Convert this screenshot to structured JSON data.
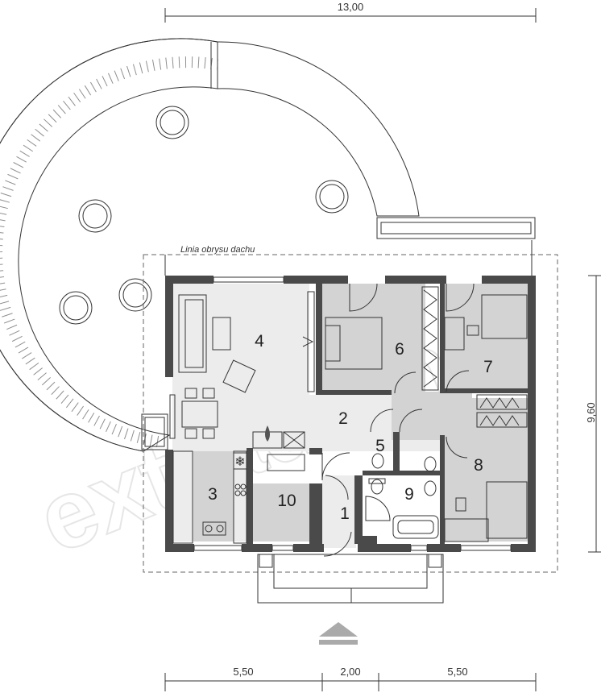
{
  "dimensions": {
    "total_width": "13,00",
    "total_depth": "9,60",
    "bottom_left": "5,50",
    "bottom_middle": "2,00",
    "bottom_right": "5,50"
  },
  "annotations": {
    "roof_outline": "Linia obrysu dachu"
  },
  "watermark": "extradom",
  "rooms": [
    {
      "id": "1",
      "label": "1"
    },
    {
      "id": "2",
      "label": "2"
    },
    {
      "id": "3",
      "label": "3"
    },
    {
      "id": "4",
      "label": "4"
    },
    {
      "id": "5",
      "label": "5"
    },
    {
      "id": "6",
      "label": "6"
    },
    {
      "id": "7",
      "label": "7"
    },
    {
      "id": "8",
      "label": "8"
    },
    {
      "id": "9",
      "label": "9"
    },
    {
      "id": "10",
      "label": "10"
    }
  ],
  "icons": [
    "entrance-arrow-icon",
    "fireplace-icon",
    "snowflake-icon",
    "bed-icon",
    "toilet-icon",
    "bathtub-icon",
    "shower-icon",
    "sofa-icon"
  ],
  "colors": {
    "wall": "#4a4a4a",
    "room_gray": "#d3d3d3",
    "room_light": "#ececec"
  }
}
